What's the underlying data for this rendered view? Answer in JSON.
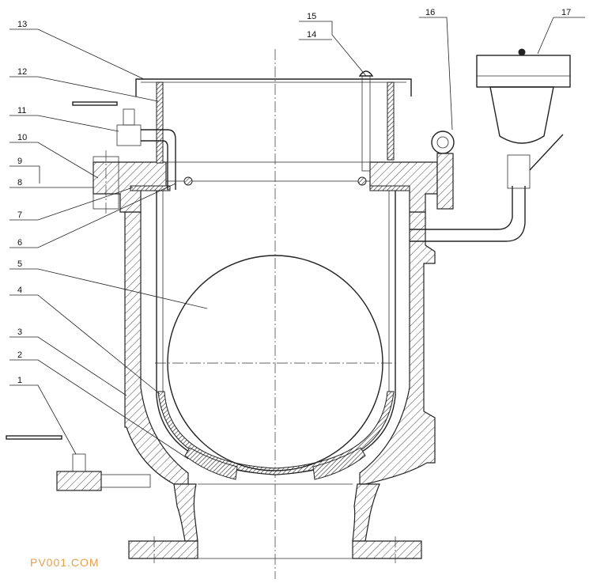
{
  "callouts": [
    {
      "id": "n1",
      "text": "1"
    },
    {
      "id": "n2",
      "text": "2"
    },
    {
      "id": "n3",
      "text": "3"
    },
    {
      "id": "n4",
      "text": "4"
    },
    {
      "id": "n5",
      "text": "5"
    },
    {
      "id": "n6",
      "text": "6"
    },
    {
      "id": "n7",
      "text": "7"
    },
    {
      "id": "n8",
      "text": "8"
    },
    {
      "id": "n9",
      "text": "9"
    },
    {
      "id": "n10",
      "text": "10"
    },
    {
      "id": "n11",
      "text": "11"
    },
    {
      "id": "n12",
      "text": "12"
    },
    {
      "id": "n13",
      "text": "13"
    },
    {
      "id": "n14",
      "text": "14"
    },
    {
      "id": "n15",
      "text": "15"
    },
    {
      "id": "n16",
      "text": "16"
    },
    {
      "id": "n17",
      "text": "17"
    }
  ],
  "watermark": "PV001.COM"
}
